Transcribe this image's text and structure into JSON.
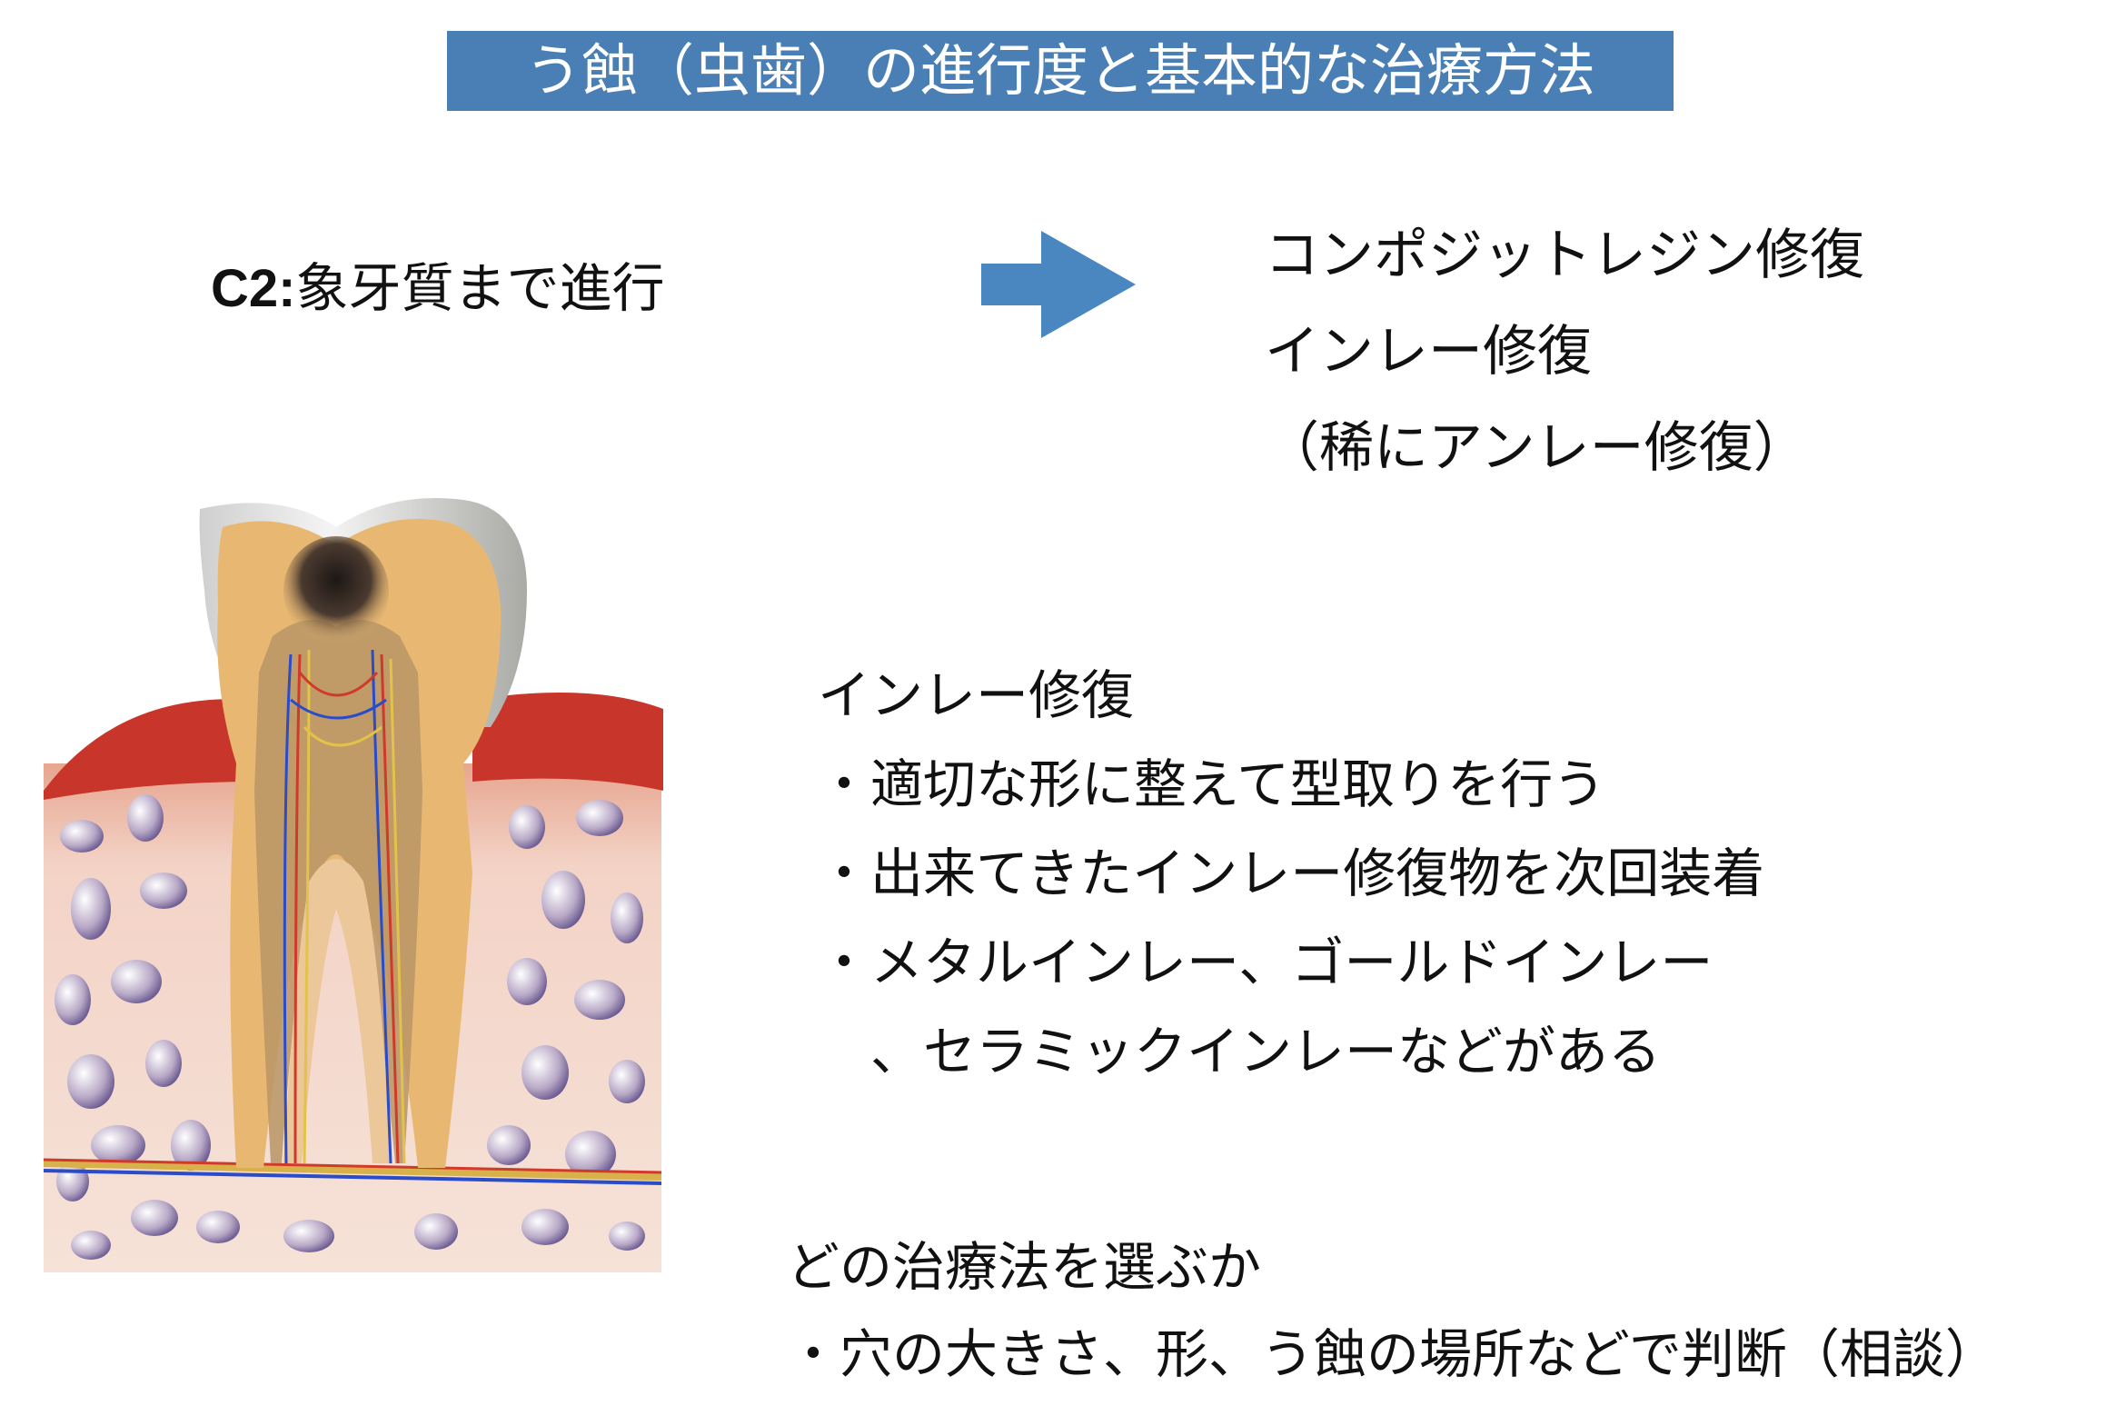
{
  "title": "う蝕（虫歯）の進行度と基本的な治療方法",
  "stage": {
    "code": "C2:",
    "description": "象牙質まで進行"
  },
  "treatment_options": [
    "コンポジットレジン修復",
    "インレー修復",
    "（稀にアンレー修復）"
  ],
  "inlay_section": {
    "heading": "インレー修復",
    "points": [
      "・適切な形に整えて型取りを行う",
      "・出来てきたインレー修復物を次回装着",
      "・メタルインレー、ゴールドインレー",
      "　、セラミックインレーなどがある"
    ]
  },
  "choose_section": {
    "heading": "どの治療法を選ぶか",
    "points": [
      "・穴の大きさ、形、う蝕の場所などで判断（相談）"
    ]
  },
  "colors": {
    "title_bg": "#4a7fb5",
    "arrow": "#4a86c0",
    "gum": "#c8352a",
    "bone": "#f3d3c6",
    "enamel": "#d9d9d9",
    "dentin": "#e8b873",
    "pulp": "#b89566",
    "decay": "#2a1f1a"
  },
  "icons": {
    "arrow": "right-arrow-icon"
  }
}
